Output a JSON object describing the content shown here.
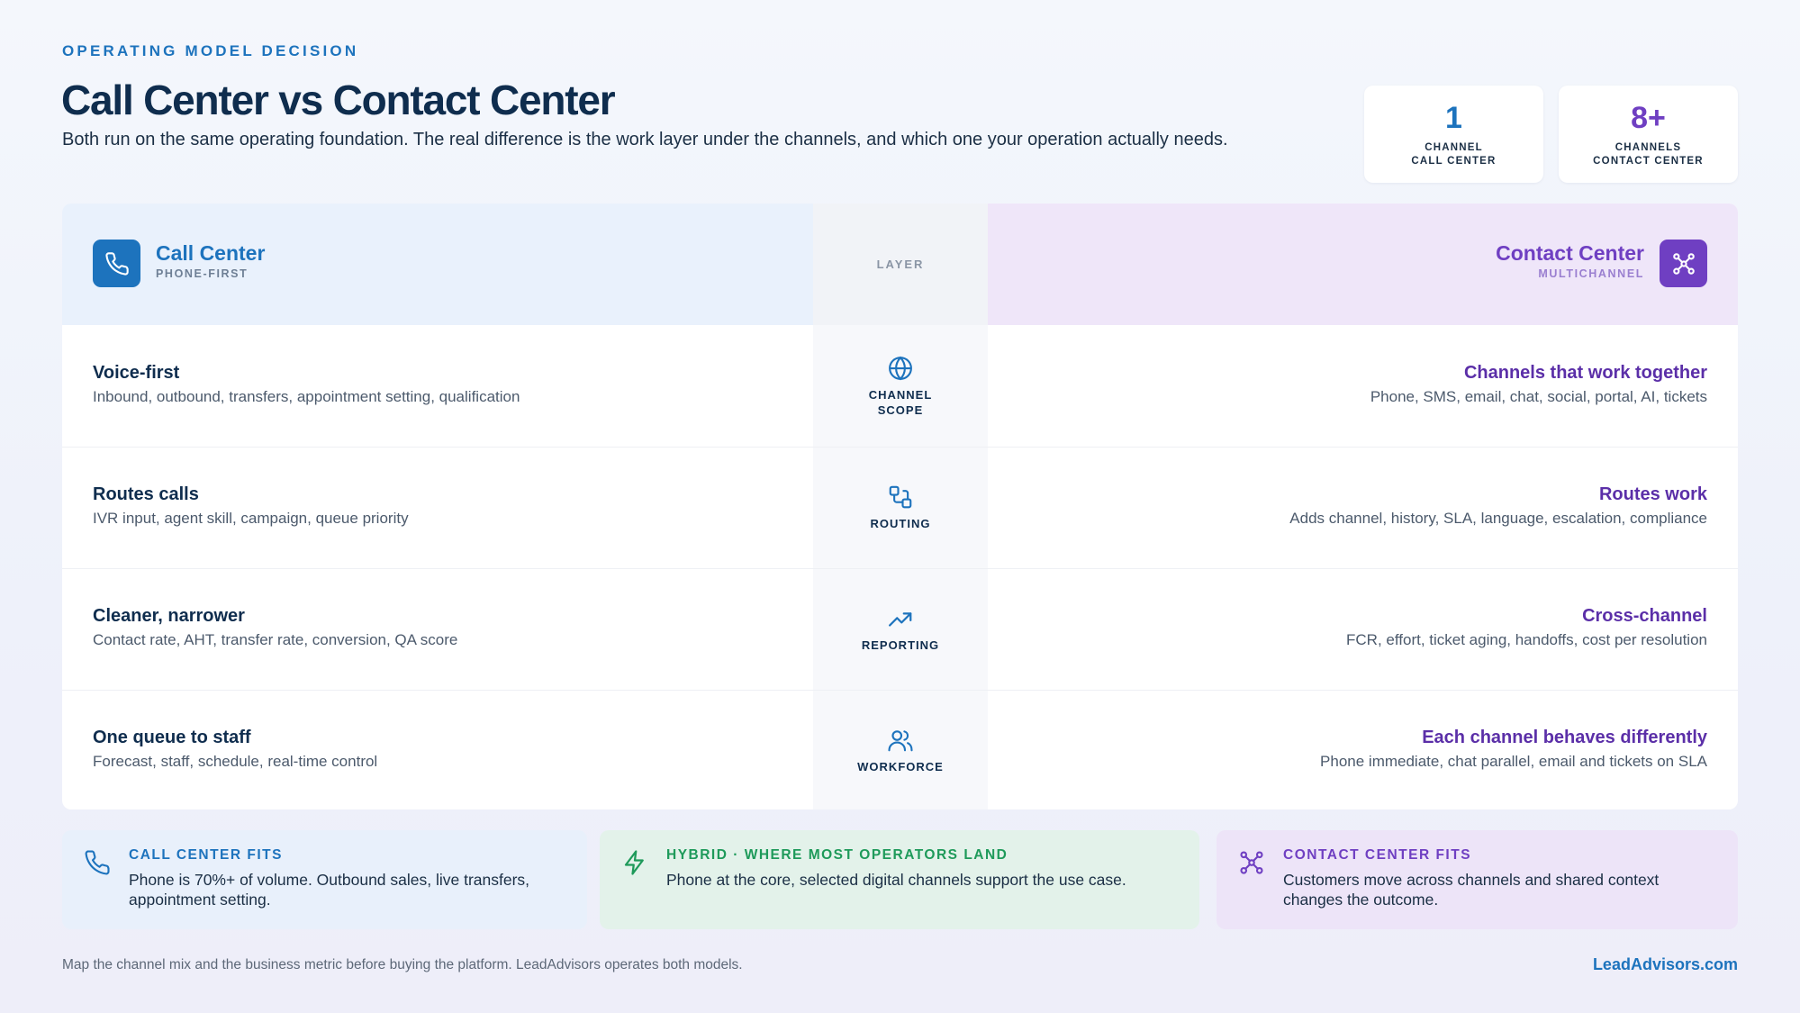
{
  "header": {
    "eyebrow": "OPERATING MODEL DECISION",
    "title": "Call Center vs Contact Center",
    "subtitle": "Both run on the same operating foundation. The real difference is the work layer under the channels, and which one your operation actually needs."
  },
  "stats": [
    {
      "value": "1",
      "label_line1": "CHANNEL",
      "label_line2": "CALL CENTER",
      "color": "#1d73bd"
    },
    {
      "value": "8+",
      "label_line1": "CHANNELS",
      "label_line2": "CONTACT CENTER",
      "color": "#6f3fc2"
    }
  ],
  "table": {
    "left_head": {
      "title": "Call Center",
      "subtitle": "PHONE-FIRST",
      "icon": "phone-icon"
    },
    "mid_head": "LAYER",
    "right_head": {
      "title": "Contact Center",
      "subtitle": "MULTICHANNEL",
      "icon": "network-icon"
    },
    "rows": [
      {
        "left_title": "Voice-first",
        "left_desc": "Inbound, outbound, transfers, appointment setting, qualification",
        "layer_line1": "CHANNEL",
        "layer_line2": "SCOPE",
        "layer_icon": "globe-icon",
        "right_title": "Channels that work together",
        "right_desc": "Phone, SMS, email, chat, social, portal, AI, tickets"
      },
      {
        "left_title": "Routes calls",
        "left_desc": "IVR input, agent skill, campaign, queue priority",
        "layer_line1": "ROUTING",
        "layer_line2": "",
        "layer_icon": "routing-icon",
        "right_title": "Routes work",
        "right_desc": "Adds channel, history, SLA, language, escalation, compliance"
      },
      {
        "left_title": "Cleaner, narrower",
        "left_desc": "Contact rate, AHT, transfer rate, conversion, QA score",
        "layer_line1": "REPORTING",
        "layer_line2": "",
        "layer_icon": "trend-up-icon",
        "right_title": "Cross-channel",
        "right_desc": "FCR, effort, ticket aging, handoffs, cost per resolution"
      },
      {
        "left_title": "One queue to staff",
        "left_desc": "Forecast, staff, schedule, real-time control",
        "layer_line1": "WORKFORCE",
        "layer_line2": "",
        "layer_icon": "users-icon",
        "right_title": "Each channel behaves differently",
        "right_desc": "Phone immediate, chat parallel, email and tickets on SLA"
      }
    ]
  },
  "fits": [
    {
      "title": "CALL CENTER FITS",
      "desc": "Phone is 70%+ of volume. Outbound sales, live transfers, appointment setting.",
      "icon": "phone-icon",
      "color": "#1d73bd"
    },
    {
      "title": "HYBRID · WHERE MOST OPERATORS LAND",
      "desc": "Phone at the core, selected digital channels support the use case.",
      "icon": "bolt-icon",
      "color": "#1e9a5a"
    },
    {
      "title": "CONTACT CENTER FITS",
      "desc": "Customers move across channels and shared context changes the outcome.",
      "icon": "network-icon",
      "color": "#6f3fc2"
    }
  ],
  "footer": {
    "note": "Map the channel mix and the business metric before buying the platform. LeadAdvisors operates both models.",
    "brand": "LeadAdvisors.com"
  }
}
